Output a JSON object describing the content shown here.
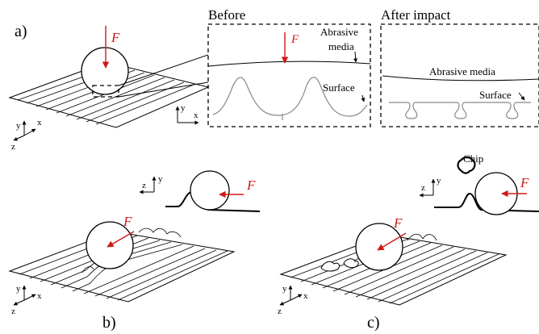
{
  "panel_a": {
    "label": "a)",
    "force": "F",
    "before_title": "Before",
    "after_title": "After impact",
    "before_media_line1": "Abrasive",
    "before_media_line2": "media",
    "before_surface": "Surface",
    "after_media": "Abrasive media",
    "after_surface": "Surface"
  },
  "panel_b": {
    "label": "b)",
    "force": "F"
  },
  "panel_c": {
    "label": "c)",
    "force": "F",
    "chip": "Chip"
  },
  "axes": {
    "x": "x",
    "y": "y",
    "z": "z"
  },
  "colors": {
    "force_arrow": "#d01818",
    "surface_grey": "#888888",
    "line": "#000000"
  }
}
